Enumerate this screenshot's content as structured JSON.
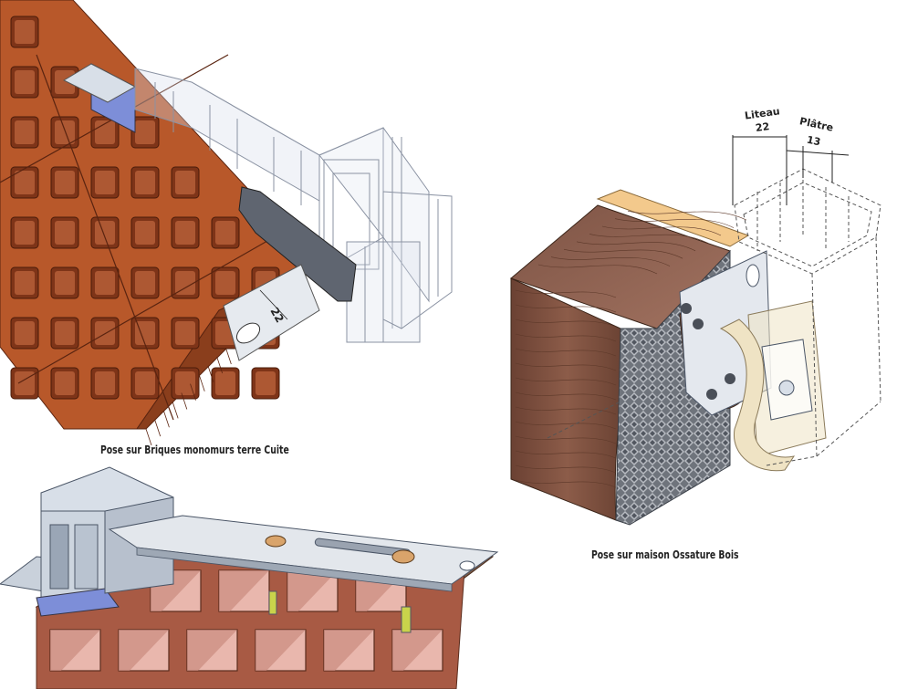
{
  "captions": {
    "bricks": "Pose sur Briques monomurs terre Cuite",
    "wood": "Pose sur maison Ossature Bois"
  },
  "dimensions": {
    "tassel_bricks": "22",
    "liteau_label": "Liteau",
    "liteau_value": "22",
    "platre_label": "Plâtre",
    "platre_value": "13"
  },
  "colors": {
    "brick": "#b8582a",
    "brick_dark": "#7e3418",
    "brick_light": "#d4774a",
    "aluminium": "#d8dfe8",
    "gasket_blue": "#7d8ed8",
    "wood": "#7a4e3e",
    "osb": "#f3c98c",
    "insulation": "#8a8f97",
    "plaster": "#efe3c4"
  }
}
